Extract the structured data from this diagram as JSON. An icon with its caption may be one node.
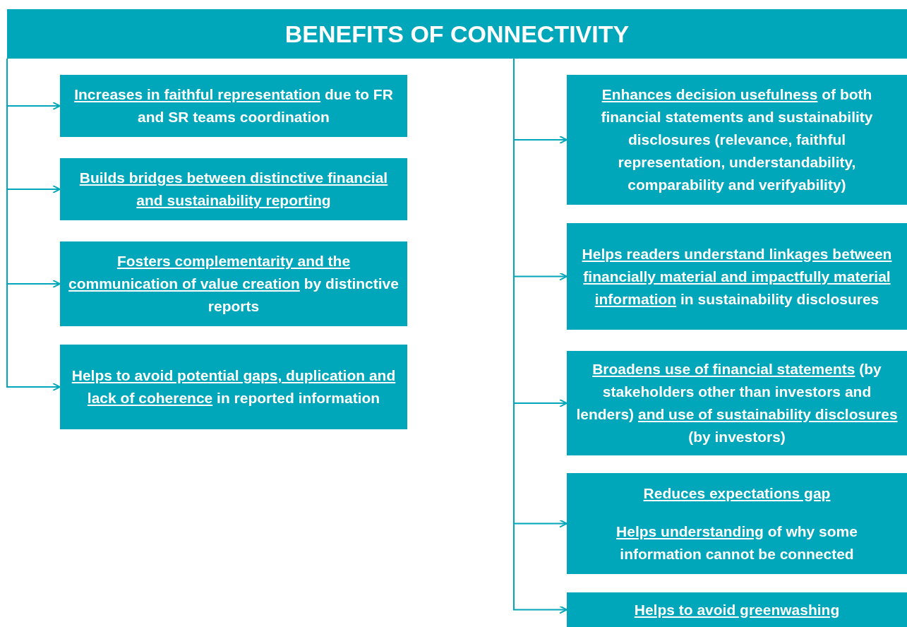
{
  "diagram": {
    "nodes": [
      {
        "text": [
          "BENEFITS OF CONNECTIVITY"
        ]
      },
      {
        "text": [
          "*Increases in faithful representation* due to FR and SR teams coordination"
        ]
      },
      {
        "text": [
          "*Builds bridges between distinctive financial and sustainability reporting*"
        ]
      },
      {
        "text": [
          "*Fosters complementarity and the communication of value creation* by distinctive reports"
        ]
      },
      {
        "text": [
          "*Helps to avoid potential gaps, duplication and lack of coherence* in reported information"
        ]
      },
      {
        "text": [
          "*Enhances decision usefulness* of both financial statements and sustainability disclosures (relevance, faithful representation, understandability, comparability and verifyability)"
        ]
      },
      {
        "text": [
          "*Helps readers understand linkages between financially material and impactfully material information* in sustainability disclosures"
        ]
      },
      {
        "text": [
          "*Broadens use of financial statements* (by stakeholders other than investors and lenders) *and use of sustainability disclosures* (by investors)"
        ]
      },
      {
        "text": [
          "*Reduces expectations gap*",
          "*Helps understanding* of why some information cannot be connected"
        ]
      },
      {
        "text": [
          "*Helps to avoid greenwashing*"
        ]
      }
    ],
    "edges": [
      {
        "from": 0,
        "to": 1,
        "arrow": "to"
      },
      {
        "from": 0,
        "to": 2,
        "arrow": "to"
      },
      {
        "from": 0,
        "to": 3,
        "arrow": "to"
      },
      {
        "from": 0,
        "to": 4,
        "arrow": "to"
      },
      {
        "from": 0,
        "to": 5,
        "arrow": "to"
      },
      {
        "from": 0,
        "to": 6,
        "arrow": "to"
      },
      {
        "from": 0,
        "to": 7,
        "arrow": "to"
      },
      {
        "from": 0,
        "to": 8,
        "arrow": "to"
      },
      {
        "from": 0,
        "to": 9,
        "arrow": "to"
      }
    ]
  }
}
